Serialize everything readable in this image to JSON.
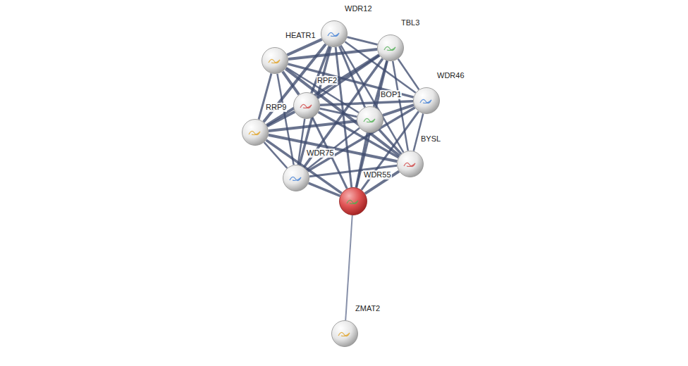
{
  "diagram": {
    "nodes": [
      {
        "text": [
          "WDR12"
        ]
      },
      {
        "text": [
          "TBL3"
        ]
      },
      {
        "text": [
          "HEATR1"
        ]
      },
      {
        "text": [
          "RPF2"
        ]
      },
      {
        "text": [
          "WDR46"
        ]
      },
      {
        "text": [
          "BOP1"
        ]
      },
      {
        "text": [
          "RRP9"
        ]
      },
      {
        "text": [
          "BYSL"
        ]
      },
      {
        "text": [
          "WDR75"
        ]
      },
      {
        "text": [
          "WDR55"
        ]
      },
      {
        "text": [
          "ZMAT2"
        ]
      }
    ],
    "edges": [
      {
        "from": 0,
        "to": 1,
        "arrow": "none"
      },
      {
        "from": 0,
        "to": 2,
        "arrow": "none"
      },
      {
        "from": 0,
        "to": 3,
        "arrow": "none"
      },
      {
        "from": 0,
        "to": 4,
        "arrow": "none"
      },
      {
        "from": 0,
        "to": 5,
        "arrow": "none"
      },
      {
        "from": 0,
        "to": 6,
        "arrow": "none"
      },
      {
        "from": 0,
        "to": 7,
        "arrow": "none"
      },
      {
        "from": 0,
        "to": 8,
        "arrow": "none"
      },
      {
        "from": 0,
        "to": 9,
        "arrow": "none"
      },
      {
        "from": 1,
        "to": 2,
        "arrow": "none"
      },
      {
        "from": 1,
        "to": 3,
        "arrow": "none"
      },
      {
        "from": 1,
        "to": 4,
        "arrow": "none"
      },
      {
        "from": 1,
        "to": 5,
        "arrow": "none"
      },
      {
        "from": 1,
        "to": 6,
        "arrow": "none"
      },
      {
        "from": 1,
        "to": 7,
        "arrow": "none"
      },
      {
        "from": 1,
        "to": 8,
        "arrow": "none"
      },
      {
        "from": 1,
        "to": 9,
        "arrow": "none"
      },
      {
        "from": 2,
        "to": 3,
        "arrow": "none"
      },
      {
        "from": 2,
        "to": 4,
        "arrow": "none"
      },
      {
        "from": 2,
        "to": 5,
        "arrow": "none"
      },
      {
        "from": 2,
        "to": 6,
        "arrow": "none"
      },
      {
        "from": 2,
        "to": 7,
        "arrow": "none"
      },
      {
        "from": 2,
        "to": 8,
        "arrow": "none"
      },
      {
        "from": 3,
        "to": 4,
        "arrow": "none"
      },
      {
        "from": 3,
        "to": 5,
        "arrow": "none"
      },
      {
        "from": 3,
        "to": 6,
        "arrow": "none"
      },
      {
        "from": 3,
        "to": 7,
        "arrow": "none"
      },
      {
        "from": 3,
        "to": 8,
        "arrow": "none"
      },
      {
        "from": 3,
        "to": 9,
        "arrow": "none"
      },
      {
        "from": 4,
        "to": 5,
        "arrow": "none"
      },
      {
        "from": 4,
        "to": 7,
        "arrow": "none"
      },
      {
        "from": 4,
        "to": 8,
        "arrow": "none"
      },
      {
        "from": 4,
        "to": 9,
        "arrow": "none"
      },
      {
        "from": 5,
        "to": 6,
        "arrow": "none"
      },
      {
        "from": 5,
        "to": 7,
        "arrow": "none"
      },
      {
        "from": 5,
        "to": 8,
        "arrow": "none"
      },
      {
        "from": 5,
        "to": 9,
        "arrow": "none"
      },
      {
        "from": 6,
        "to": 7,
        "arrow": "none"
      },
      {
        "from": 6,
        "to": 8,
        "arrow": "none"
      },
      {
        "from": 6,
        "to": 9,
        "arrow": "none"
      },
      {
        "from": 7,
        "to": 8,
        "arrow": "none"
      },
      {
        "from": 7,
        "to": 9,
        "arrow": "none"
      },
      {
        "from": 8,
        "to": 9,
        "arrow": "none"
      },
      {
        "from": 9,
        "to": 10,
        "arrow": "none"
      }
    ]
  }
}
